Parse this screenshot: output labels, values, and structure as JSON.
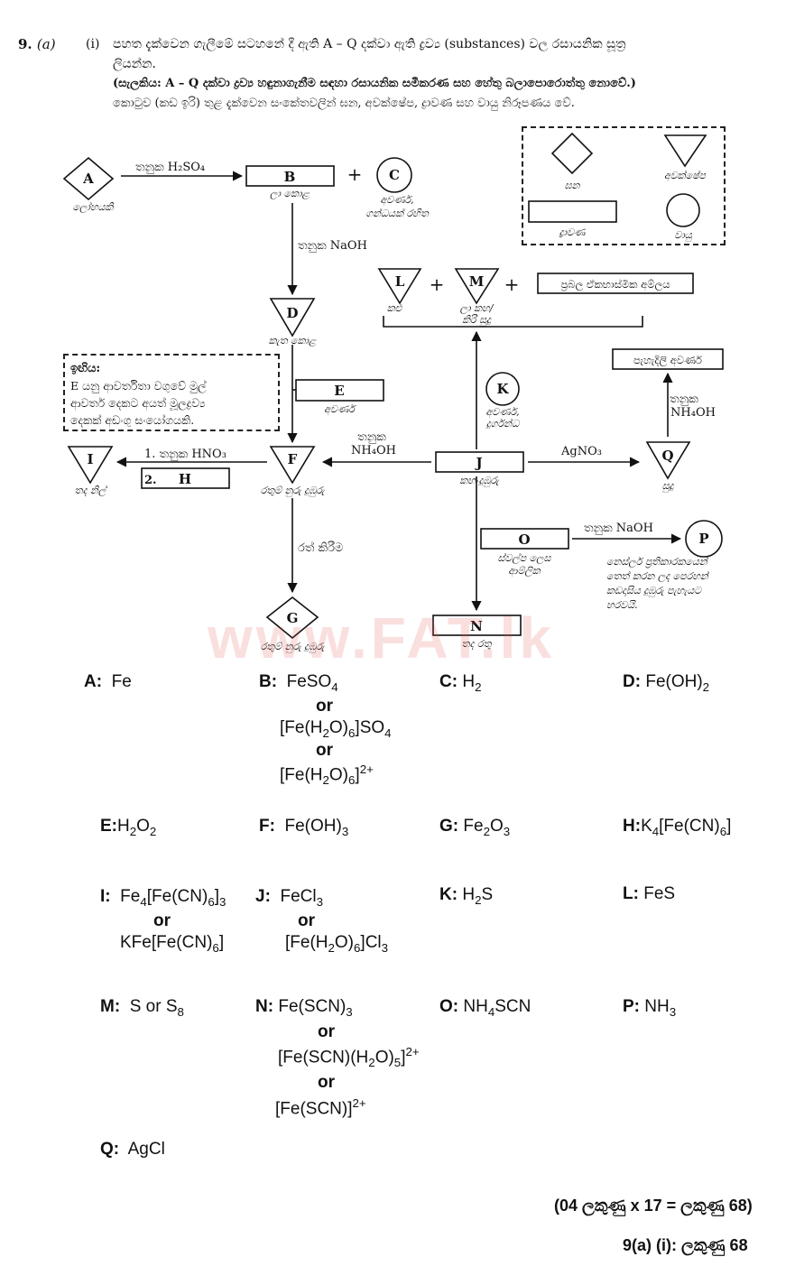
{
  "question": {
    "number": "9.",
    "part": "(a)",
    "sub": "(i)",
    "line1": "පහත දැක්වෙන ගැලීමේ සටහනේ දී ඇති A – Q දක්වා ඇති ද්‍රව්‍ය (substances) වල රසායනික සූත්‍ර",
    "line2": "ලියන්න.",
    "line3": "(සැලකිය: A – Q දක්වා ද්‍රව්‍ය හඳුනාගැනීම සඳහා රසායනික සමීකරණ සහ හේතු බලාපොරොත්තු නොවේ.)",
    "line4": "කොටුව (කඩ ඉරි) තුළ දැක්වෙන සංකේතවලින් ඝන, අවක්ෂේප, ද්‍රාවණ සහ වායු නිරූපණය වේ."
  },
  "legend": {
    "solid": "ඝන",
    "precipitate": "අවක්ෂේප",
    "solution": "ද්‍රාවණ",
    "gas": "වායු"
  },
  "hint": {
    "title": "ඉඟිය:",
    "text": "E යනු ආවර්තිතා වගුවේ මුල් ආවර්ත දෙකට අයත් මූලද්‍රව්‍ය දෙකක් අඩංගු සංයෝගයකි.",
    "line1": "E යනු ආවර්තිතා වගුවේ මුල්",
    "line2": "ආවර්ත දෙකට අයත් මූලද්‍රව්‍ය",
    "line3": "දෙකක් අඩංගු සංයෝගයකි."
  },
  "nodes": {
    "A": "A",
    "B": "B",
    "C": "C",
    "D": "D",
    "E": "E",
    "F": "F",
    "G": "G",
    "H": "H",
    "I": "I",
    "J": "J",
    "K": "K",
    "L": "L",
    "M": "M",
    "N": "N",
    "O": "O",
    "P": "P",
    "Q": "Q",
    "strong_acid": "ප්‍රබල ඒකභාස්මික අම්ලය",
    "pale_colourless": "පැහැදිලි අවර්ණ"
  },
  "captions": {
    "A": "ලෝහයකි",
    "B": "ලා කොළ",
    "C1": "අවර්ණ,",
    "C2": "ගන්ධයක් රහිත",
    "D": "කැත කොළ",
    "E": "අවර්ණ",
    "F": "රතුම් නුරු දුඹුරු",
    "G": "රතුම් නුරු දුඹුරු",
    "I": "තද නිල්",
    "J": "කහ-දුඹුරු",
    "K1": "අවර්ණ,",
    "K2": "දුර්ගන්ධ",
    "L": "කළු",
    "M1": "ලා කහ/",
    "M2": "කිරි සුදු",
    "N": "තද රතු",
    "O1": "ස්වල්ප ලෙස",
    "O2": "ආම්ලික",
    "P1": "නෙස්ලර් ප්‍රතිකාරකයෙන්",
    "P2": "තෙත් කරන ලද පෙරහන්",
    "P3": "කඩදාසිය දුඹුරු පැහැයට",
    "P4": "හරවයි.",
    "Q": "සුදු"
  },
  "reagents": {
    "dil_h2so4": "තනුක H₂SO₄",
    "dil_naoh_1": "තනුක NaOH",
    "dil_nh4oh_top": "තනුක",
    "dil_nh4oh_bottom": "NH₄OH",
    "agno3": "AgNO₃",
    "dil_nh4oh_q_top": "තනුක",
    "dil_nh4oh_q_bottom": "NH₄OH",
    "step1": "1. තනුක HNO₃",
    "step2": "2.",
    "heat": "රත් කිරීම",
    "dil_naoh_2": "තනුක NaOH",
    "plus": "+"
  },
  "answers": {
    "A_label": "A:",
    "A_value": "Fe",
    "B_label": "B:",
    "B_value": "FeSO4",
    "B_alt1": "[Fe(H2O)6]SO4",
    "B_alt2": "[Fe(H2O)6]2+",
    "C_label": "C:",
    "C_value": "H2",
    "D_label": "D:",
    "D_value": "Fe(OH)2",
    "E_label": "E:",
    "E_value": "H2O2",
    "F_label": "F:",
    "F_value": "Fe(OH)3",
    "G_label": "G:",
    "G_value": "Fe2O3",
    "H_label": "H:",
    "H_value": "K4[Fe(CN)6]",
    "I_label": "I:",
    "I_value": "Fe4[Fe(CN)6]3",
    "I_alt1": "KFe[Fe(CN)6]",
    "J_label": "J:",
    "J_value": "FeCl3",
    "J_alt1": "[Fe(H2O)6]Cl3",
    "K_label": "K:",
    "K_value": "H2S",
    "L_label": "L:",
    "L_value": "FeS",
    "M_label": "M:",
    "M_value": "S or S8",
    "N_label": "N:",
    "N_value": "Fe(SCN)3",
    "N_alt1": "[Fe(SCN)(H2O)5]2+",
    "N_alt2": "[Fe(SCN)]2+",
    "O_label": "O:",
    "O_value": "NH4SCN",
    "P_label": "P:",
    "P_value": "NH3",
    "Q_label": "Q:",
    "Q_value": "AgCl",
    "or_text": "or"
  },
  "marks": {
    "per_item": "(04 ලකුණු x 17 = ලකුණු 68)",
    "total": "9(a) (i): ලකුණු 68"
  },
  "watermark": "www.FAT.lk"
}
